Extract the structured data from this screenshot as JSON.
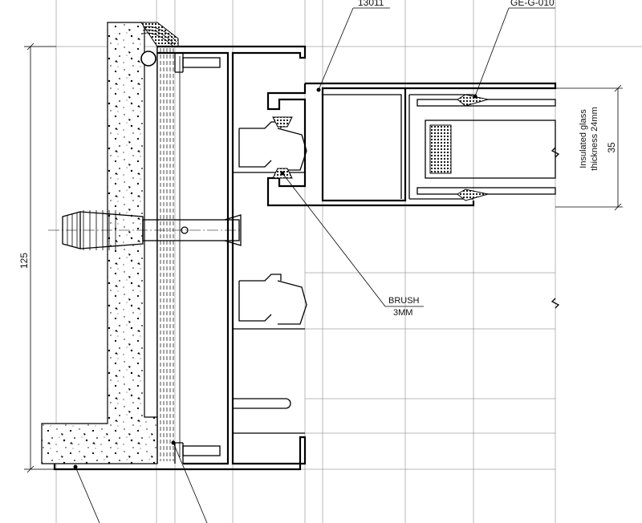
{
  "labels": {
    "profile_code": "13011",
    "gasket_code": "GE-G-010",
    "brush_name": "BRUSH",
    "brush_size": "3MM",
    "glass_line1": "Insulated glass",
    "glass_line2": "thickness 24mm"
  },
  "dimensions": {
    "overall_height": "125",
    "glass_pocket": "35"
  },
  "colors": {
    "line": "#000000",
    "concrete_fill": "#ffffff",
    "seal_fill": "#222222"
  }
}
